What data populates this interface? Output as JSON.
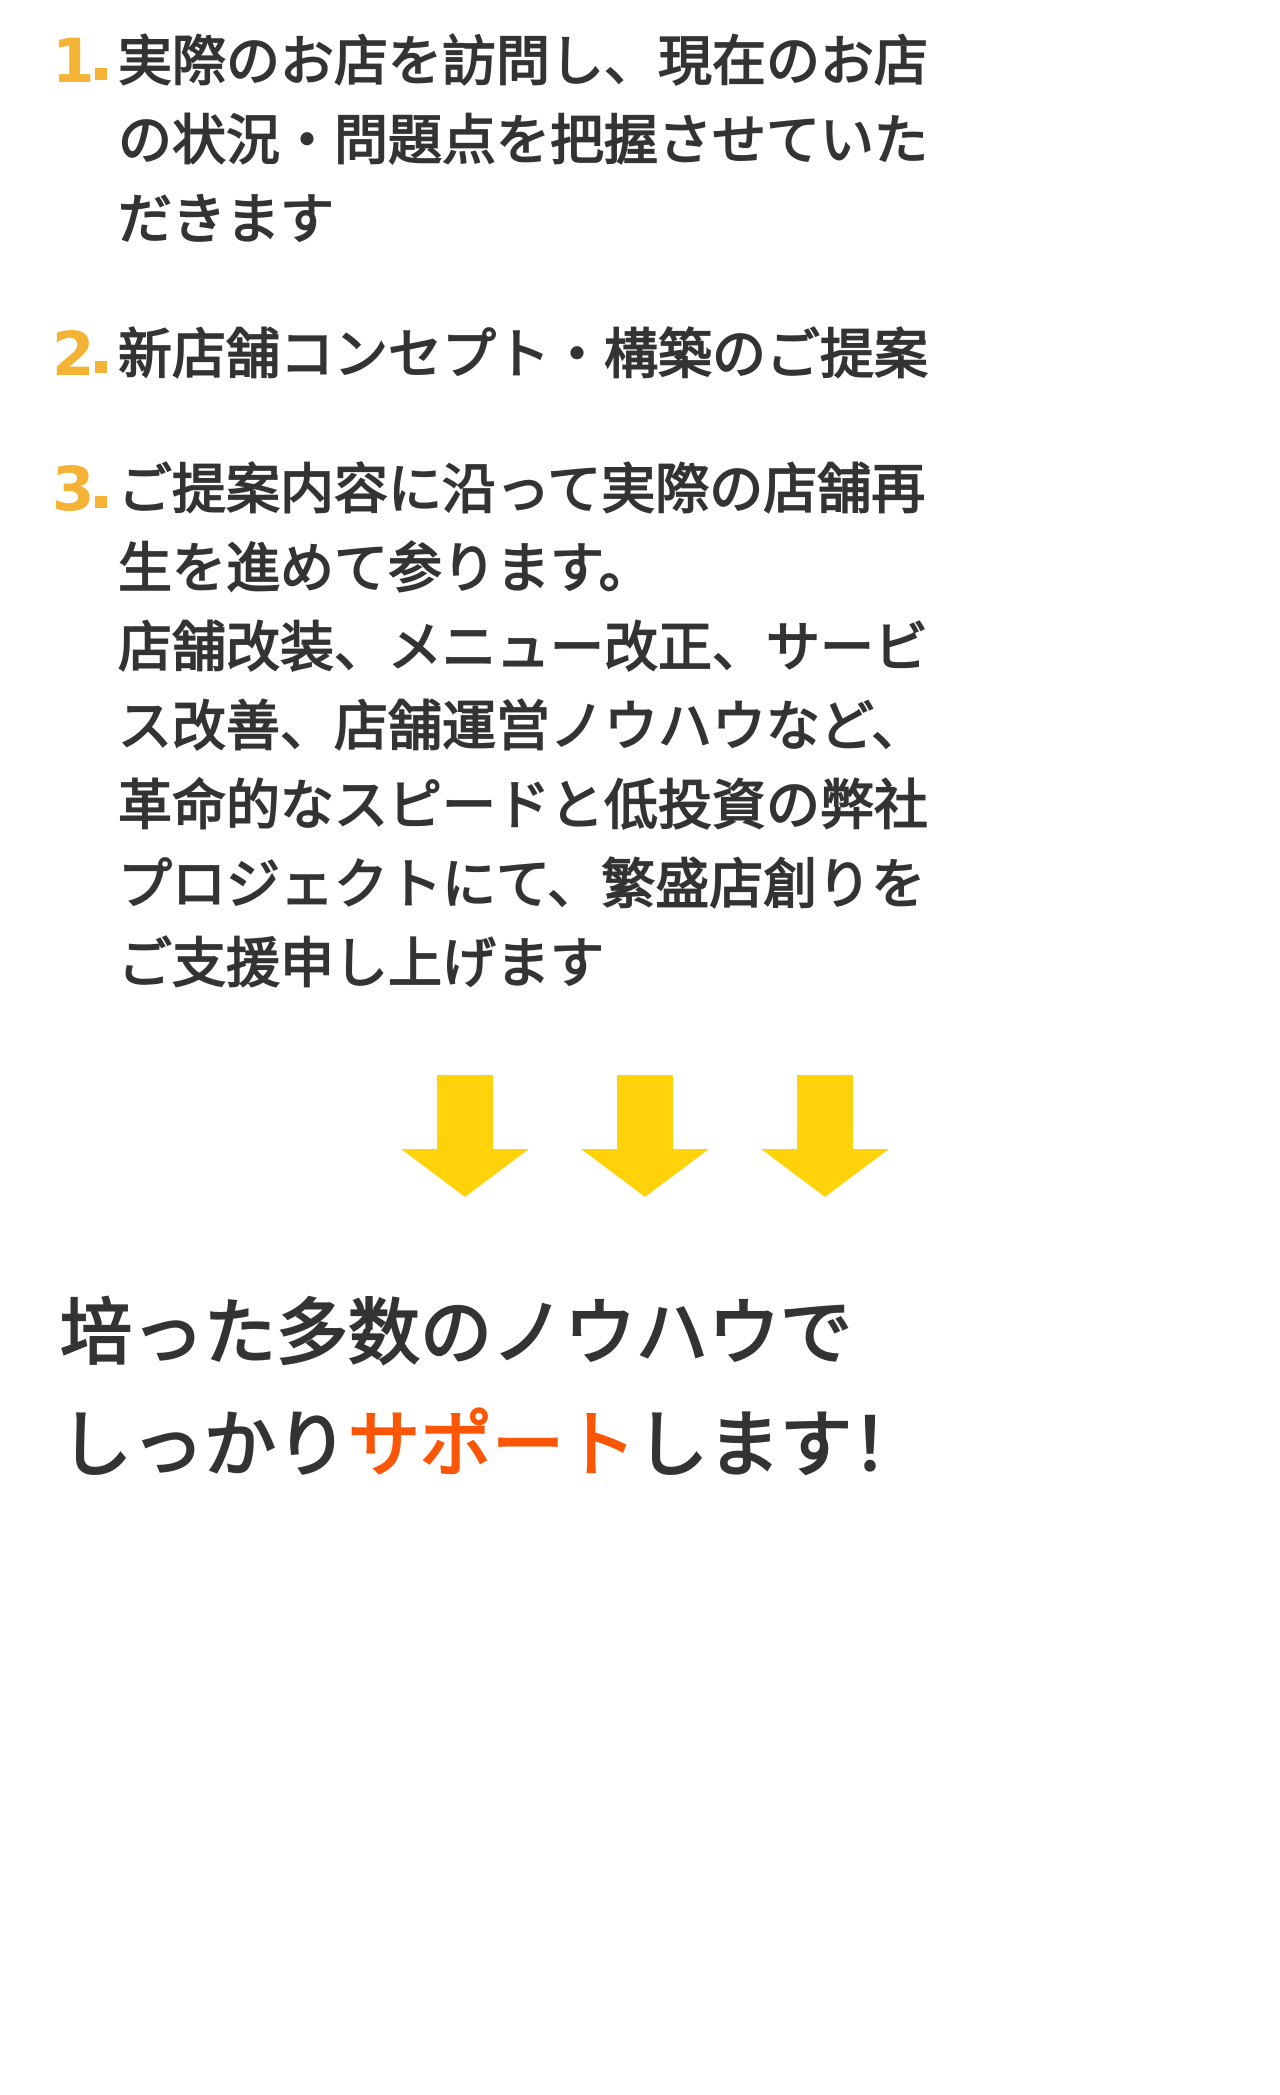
{
  "colors": {
    "number_amber": "#F5B335",
    "arrow_yellow": "#FFD20A",
    "text_dark": "#333333",
    "highlight_orange": "#FA5606",
    "background": "#FFFFFF"
  },
  "steps": [
    {
      "number": "1",
      "lines": [
        "実際のお店を訪問し、現在のお店",
        "の状況・問題点を把握させていた",
        "だきます"
      ]
    },
    {
      "number": "2",
      "lines": [
        "新店舗コンセプト・構築のご提案"
      ]
    },
    {
      "number": "3",
      "lines": [
        "ご提案内容に沿って実際の店舗再",
        "生を進めて参ります。",
        "店舗改装、メニュー改正、サービ",
        "ス改善、店舗運営ノウハウなど、",
        "革命的なスピードと低投資の弊社",
        "プロジェクトにて、繁盛店創りを",
        "ご支援申し上げます"
      ]
    }
  ],
  "arrows": {
    "icon_name": "down-arrow-icon",
    "count": 3,
    "color": "#FFD20A"
  },
  "closing": {
    "line1": "培った多数のノウハウで",
    "line2_before": "しっかり",
    "line2_highlight": "サポート",
    "line2_after": "します！"
  }
}
